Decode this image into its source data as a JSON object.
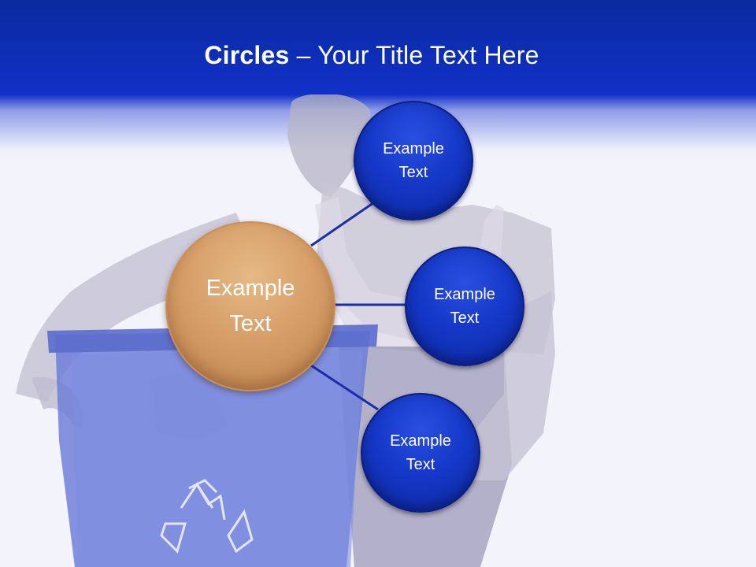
{
  "slide": {
    "title_bold": "Circles",
    "title_rest": " – Your Title Text Here"
  },
  "center_circle": {
    "line1": "Example",
    "line2": "Text",
    "color": "#d49c66"
  },
  "satellites": [
    {
      "line1": "Example",
      "line2": "Text",
      "color": "#1538c8"
    },
    {
      "line1": "Example",
      "line2": "Text",
      "color": "#1538c8"
    },
    {
      "line1": "Example",
      "line2": "Text",
      "color": "#1538c8"
    }
  ],
  "colors": {
    "header": "#1030c8",
    "connector": "#1a2ea8",
    "background": "#f3f4fb"
  }
}
